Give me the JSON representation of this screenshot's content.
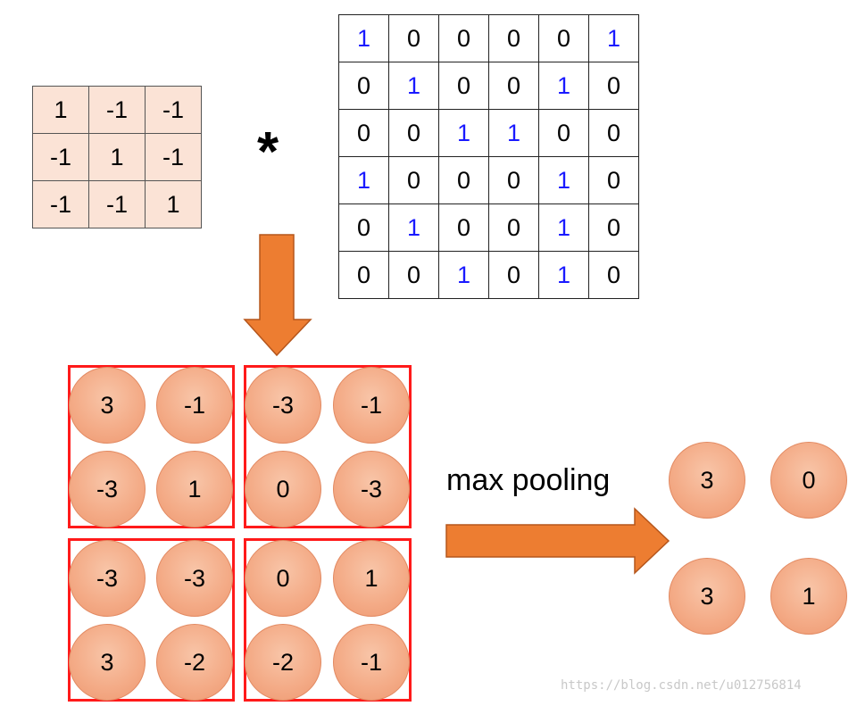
{
  "filter": {
    "rows": [
      [
        "1",
        "-1",
        "-1"
      ],
      [
        "-1",
        "1",
        "-1"
      ],
      [
        "-1",
        "-1",
        "1"
      ]
    ],
    "cell_color": "#fbe3d6"
  },
  "convolve_symbol": "*",
  "image": {
    "rows": [
      [
        "1",
        "0",
        "0",
        "0",
        "0",
        "1"
      ],
      [
        "0",
        "1",
        "0",
        "0",
        "1",
        "0"
      ],
      [
        "0",
        "0",
        "1",
        "1",
        "0",
        "0"
      ],
      [
        "1",
        "0",
        "0",
        "0",
        "1",
        "0"
      ],
      [
        "0",
        "1",
        "0",
        "0",
        "1",
        "0"
      ],
      [
        "0",
        "0",
        "1",
        "0",
        "1",
        "0"
      ]
    ],
    "one_color": "#1a1aff"
  },
  "feature_map": {
    "rows": [
      [
        "3",
        "-1",
        "-3",
        "-1"
      ],
      [
        "-3",
        "1",
        "0",
        "-3"
      ],
      [
        "-3",
        "-3",
        "0",
        "1"
      ],
      [
        "3",
        "-2",
        "-2",
        "-1"
      ]
    ],
    "pool_border_color": "#ff1a1a"
  },
  "pool_label": "max pooling",
  "pooled": {
    "rows": [
      [
        "3",
        "0"
      ],
      [
        "3",
        "1"
      ]
    ]
  },
  "arrow_color": "#ed7d31",
  "watermark": "https://blog.csdn.net/u012756814"
}
